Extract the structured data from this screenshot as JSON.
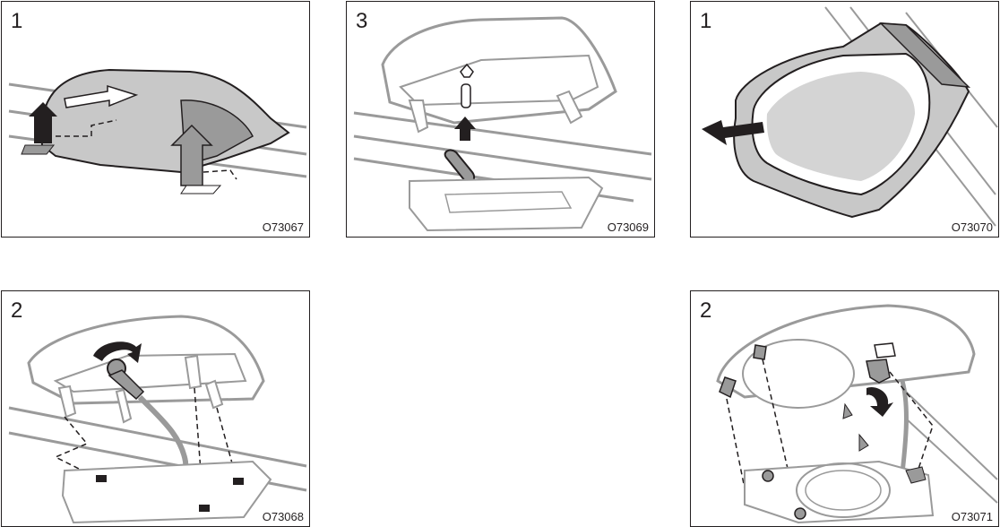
{
  "panels": [
    {
      "step": "1",
      "code": "O73067"
    },
    {
      "step": "3",
      "code": "O73069"
    },
    {
      "step": "1",
      "code": "O73070"
    },
    {
      "step": "2",
      "code": "O73068"
    },
    {
      "step": "2",
      "code": "O73071"
    }
  ],
  "colors": {
    "line": "#231f20",
    "lens_gray": "#c8c8c8",
    "dark_gray": "#9a9a9a",
    "arrow": "#231f20"
  }
}
